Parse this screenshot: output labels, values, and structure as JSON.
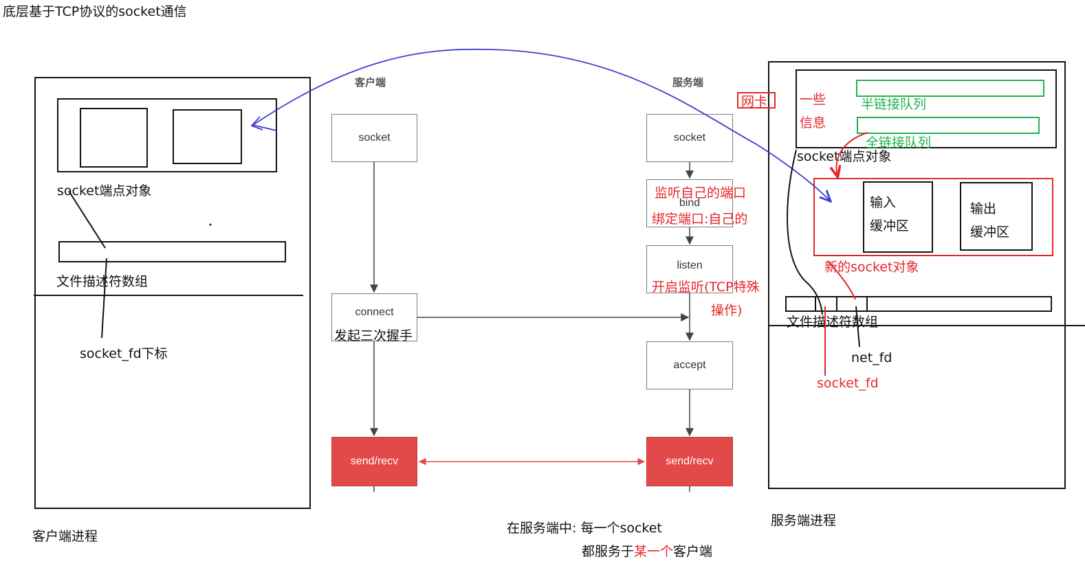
{
  "title": "底层基于TCP协议的socket通信",
  "client_process": {
    "socket_object_label": "socket端点对象",
    "fd_array_label": "文件描述符数组",
    "fd_index_label": "socket_fd下标",
    "process_label": "客户端进程"
  },
  "flow": {
    "client_header": "客户端",
    "server_header": "服务端",
    "client_socket": "socket",
    "client_connect": "connect",
    "client_send_recv": "send/recv",
    "server_socket": "socket",
    "server_bind": "bind",
    "server_listen": "listen",
    "server_accept": "accept",
    "server_send_recv": "send/recv"
  },
  "annotations": {
    "connect_note": "发起三次握手",
    "bind_note_1": "监听自己的端口",
    "bind_note_2": "绑定端口:自己的",
    "listen_note_1": "开启监听(TCP特殊",
    "listen_note_2": "操作)",
    "nic_label": "网卡",
    "bottom_note_1": "在服务端中: 每一个socket",
    "bottom_note_2a": "都服务于",
    "bottom_note_2b": "某一个",
    "bottom_note_2c": "客户端"
  },
  "server_process": {
    "info_label_1": "一些",
    "info_label_2": "信息",
    "half_queue": "半链接队列",
    "full_queue": "全链接队列",
    "socket_object_label": "socket端点对象",
    "input_buffer_1": "输入",
    "input_buffer_2": "缓冲区",
    "output_buffer_1": "输出",
    "output_buffer_2": "缓冲区",
    "new_socket_label": "新的socket对象",
    "fd_array_label": "文件描述符数组",
    "net_fd_label": "net_fd",
    "socket_fd_label": "socket_fd",
    "process_label": "服务端进程"
  },
  "colors": {
    "red": "#e6262a",
    "green": "#22b14c",
    "blue": "#3b3fd0",
    "flow_red": "#e24a4a"
  }
}
